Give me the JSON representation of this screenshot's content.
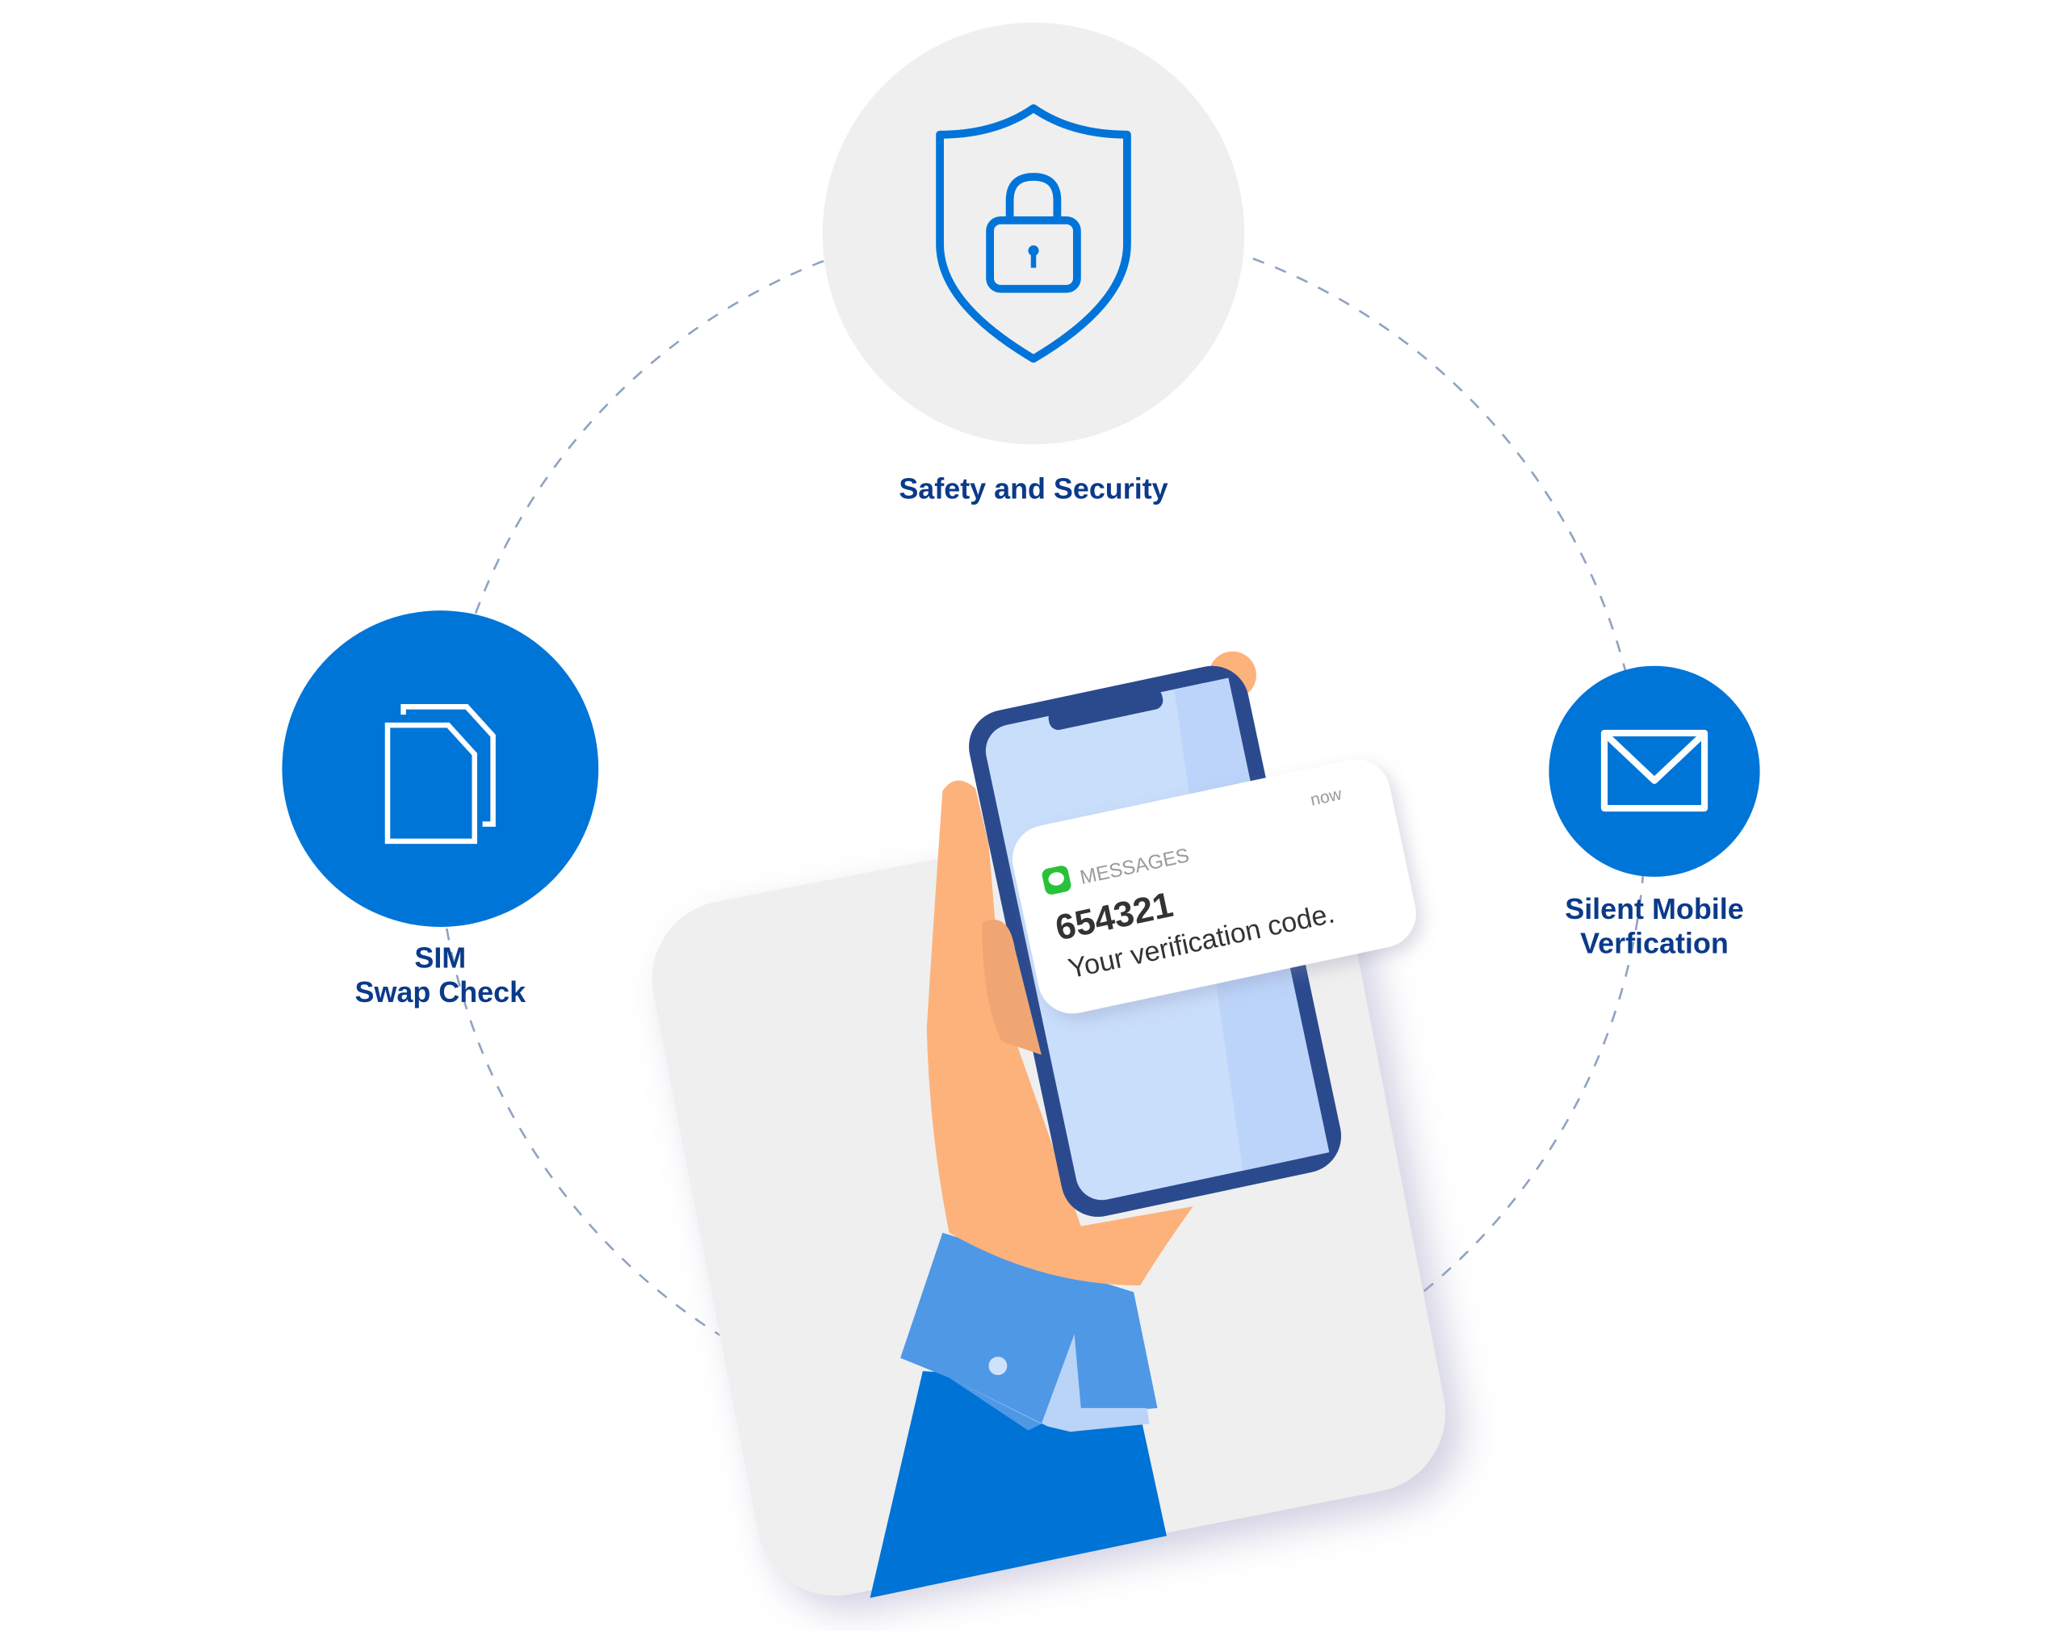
{
  "features": {
    "top": {
      "label": "Safety and Security",
      "icon": "shield-lock-icon"
    },
    "left": {
      "label_line1": "SIM",
      "label_line2": "Swap Check",
      "icon": "documents-icon"
    },
    "right": {
      "label_line1": "Silent Mobile",
      "label_line2": "Verfication",
      "icon": "envelope-icon"
    }
  },
  "notification": {
    "app": "MESSAGES",
    "time": "now",
    "code": "654321",
    "message": "Your verification code."
  },
  "colors": {
    "primary": "#0074d9",
    "label": "#0b3a8a",
    "phone_frame": "#2b4a8e",
    "screen": "#c9defb",
    "skin": "#fdb27c",
    "sleeve": "#4f98e6"
  }
}
